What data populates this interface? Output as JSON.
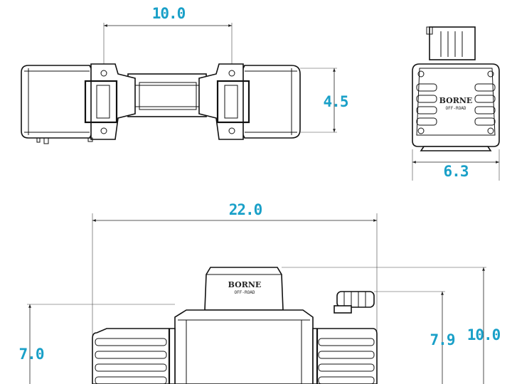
{
  "dimensions": {
    "top_width": "10.0",
    "top_height": "4.5",
    "end_width": "6.3",
    "front_length": "22.0",
    "front_height_left": "7.0",
    "front_height_mid": "7.9",
    "front_height_right": "10.0"
  },
  "logo": {
    "brand": "BORNE",
    "sub": "OFF-ROAD"
  },
  "colors": {
    "dimension_label": "#1aa0c8",
    "line": "#111111"
  }
}
